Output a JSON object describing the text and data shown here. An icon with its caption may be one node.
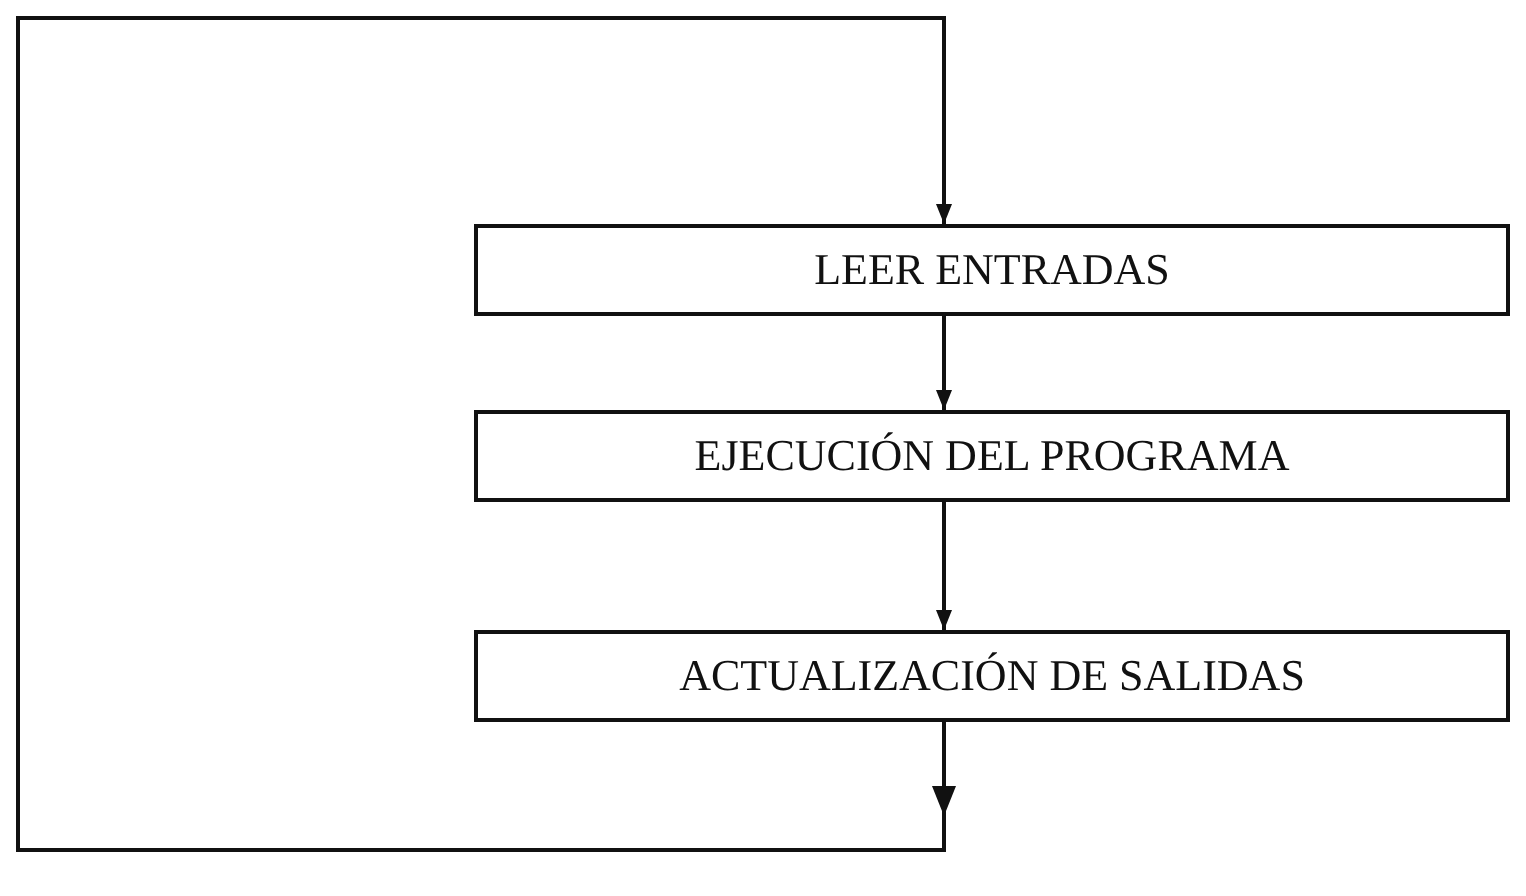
{
  "diagram": {
    "nodes": [
      {
        "text": [
          "LEER ENTRADAS"
        ]
      },
      {
        "text": [
          "EJECUCIÓN DEL PROGRAMA"
        ]
      },
      {
        "text": [
          "ACTUALIZACIÓN DE SALIDAS"
        ]
      }
    ],
    "edges": [
      {
        "from": 0,
        "to": 1,
        "arrow": "to"
      },
      {
        "from": 1,
        "to": 2,
        "arrow": "to"
      },
      {
        "from": 2,
        "to": 0,
        "arrow": "to"
      }
    ]
  }
}
